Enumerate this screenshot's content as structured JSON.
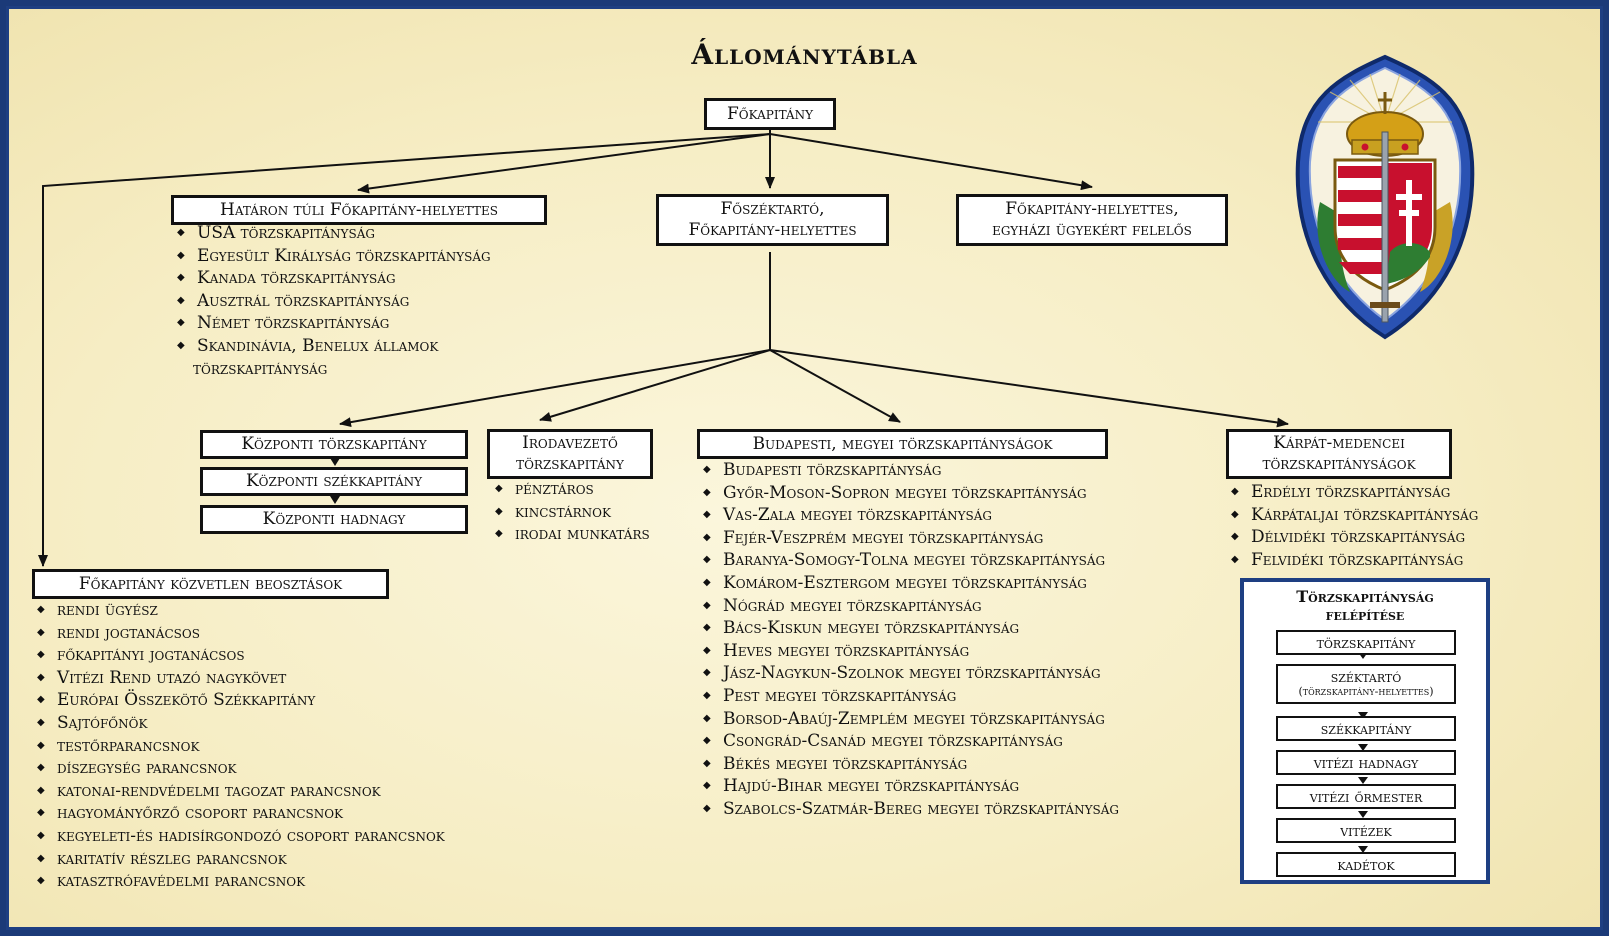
{
  "title": "Állománytábla",
  "top": {
    "label": "Főkapitány"
  },
  "deputy_abroad": {
    "label": "Határon túli Főkapitány-helyettes",
    "items": [
      "USA törzskapitányság",
      "Egyesült Királyság törzskapitányság",
      "Kanada törzskapitányság",
      "Ausztrál törzskapitányság",
      "Német törzskapitányság",
      "Skandinávia, Benelux államok"
    ],
    "item_cont": "törzskapitányság"
  },
  "sector_chief": {
    "line1": "Főszéktartó,",
    "line2": "Főkapitány-helyettes"
  },
  "deputy_church": {
    "line1": "Főkapitány-helyettes,",
    "line2": "egyházi ügyekért felelős"
  },
  "central": {
    "chief": "Központi  törzskapitány",
    "captain": "Központi székkapitány",
    "lieutenant": "Központi hadnagy"
  },
  "office": {
    "line1": "Irodavezető",
    "line2": "törzskapitány",
    "items": [
      "pénztáros",
      "kincstárnok",
      "irodai munkatárs"
    ]
  },
  "budapest": {
    "label": "Budapesti, megyei törzskapitányságok",
    "items": [
      "Budapesti törzskapitányság",
      "Győr-Moson-Sopron megyei törzskapitányság",
      "Vas-Zala megyei törzskapitányság",
      "Fejér-Veszprém megyei törzskapitányság",
      "Baranya-Somogy-Tolna megyei törzskapitányság",
      "Komárom-Esztergom megyei törzskapitányság",
      "Nógrád megyei törzskapitányság",
      "Bács-Kiskun megyei törzskapitányság",
      "Heves megyei törzskapitányság",
      "Jász-Nagykun-Szolnok megyei törzskapitányság",
      "Pest megyei törzskapitányság",
      "Borsod-Abaúj-Zemplém megyei törzskapitányság",
      "Csongrád-Csanád megyei törzskapitányság",
      "Békés megyei törzskapitányság",
      "Hajdú-Bihar megyei törzskapitányság",
      "Szabolcs-Szatmár-Bereg megyei törzskapitányság"
    ]
  },
  "carpathian": {
    "line1": "Kárpát-medencei",
    "line2": "törzskapitányságok",
    "items": [
      "Erdélyi törzskapitányság",
      "Kárpátaljai törzskapitányság",
      "Délvidéki törzskapitányság",
      "Felvidéki törzskapitányság"
    ]
  },
  "direct": {
    "label": "Főkapitány közvetlen beosztások",
    "items": [
      "rendi ügyész",
      "rendi jogtanácsos",
      "főkapitányi jogtanácsos",
      "Vitézi Rend utazó nagykövet",
      "Európai Összekötő Székkapitány",
      "Sajtófőnök",
      "testőrparancsnok",
      "díszegység parancsnok",
      "katonai-rendvédelmi tagozat parancsnok",
      "hagyományőrző csoport parancsnok",
      "kegyeleti-és hadisírgondozó csoport parancsnok",
      "karitatív részleg parancsnok",
      "katasztrófavédelmi parancsnok"
    ]
  },
  "structure": {
    "title_line1": "Törzskapitányság",
    "title_line2": "felépítése",
    "ranks": [
      "törzskapitány",
      "széktartó",
      "székkapitány",
      "vitézi hadnagy",
      "vitézi őrmester",
      "vitézek",
      "kadétok"
    ],
    "rank_sub": "(törzskapitány-helyettes)"
  },
  "colors": {
    "frame": "#1e3f82",
    "background": "#f6edc4",
    "shield_red": "#c8102e",
    "shield_green": "#2e7d32",
    "gold": "#d4a017"
  },
  "icons": {
    "emblem": "coat-of-arms-icon"
  }
}
